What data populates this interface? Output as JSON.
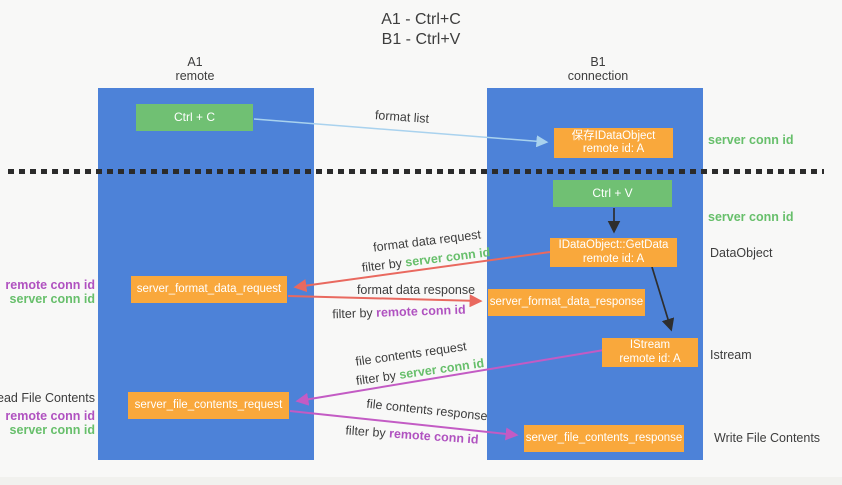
{
  "title": {
    "line1": "A1 - Ctrl+C",
    "line2": "B1 - Ctrl+V"
  },
  "lanes": {
    "left": {
      "name": "A1",
      "role": "remote"
    },
    "right": {
      "name": "B1",
      "role": "connection"
    }
  },
  "nodes": {
    "ctrl_c": {
      "label": "Ctrl + C"
    },
    "save_dataobject": {
      "line1": "保存IDataObject",
      "line2": "remote id: A"
    },
    "ctrl_v": {
      "label": "Ctrl + V"
    },
    "getdata": {
      "line1": "IDataObject::GetData",
      "line2": "remote id: A"
    },
    "format_request": {
      "label": "server_format_data_request"
    },
    "format_response": {
      "label": "server_format_data_response"
    },
    "istream": {
      "line1": "IStream",
      "line2": "remote id: A"
    },
    "file_request": {
      "label": "server_file_contents_request"
    },
    "file_response": {
      "label": "server_file_contents_response"
    }
  },
  "edge_labels": {
    "format_list": "format list",
    "format_data_request": "format data request",
    "format_data_response": "format data response",
    "file_contents_request": "file contents request",
    "file_contents_response": "file contents response",
    "filter_by": "filter by ",
    "server_conn_id": "server conn id",
    "remote_conn_id": "remote conn id"
  },
  "side_labels": {
    "right_server_conn_id_top": "server conn id",
    "right_server_conn_id_mid": "server conn id",
    "right_dataobject": "DataObject",
    "right_istream": "Istream",
    "right_write_file_contents": "Write File Contents",
    "left_remote_conn_id_1": "remote conn id",
    "left_server_conn_id_1": "server conn id",
    "left_read_file_contents": "Read File Contents",
    "left_remote_conn_id_2": "remote conn id",
    "left_server_conn_id_2": "server conn id"
  },
  "colors": {
    "lane_blue": "#4d82d8",
    "node_green": "#70c073",
    "node_orange": "#f9a83c",
    "arrow_red": "#e9695f",
    "arrow_magenta": "#c35bc4",
    "arrow_lightblue": "#a9d2ee",
    "arrow_black": "#2e2e2e",
    "label_green": "#67bf6b",
    "label_purple": "#b052c0",
    "text_dark": "#3d3d3d"
  }
}
